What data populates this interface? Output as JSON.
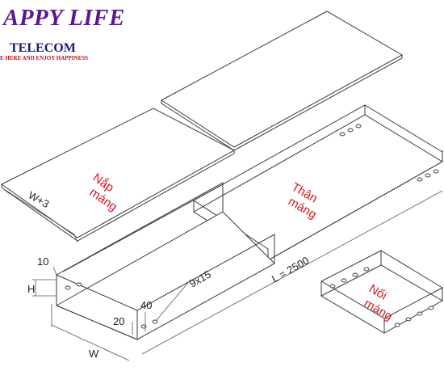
{
  "brand": {
    "title": "APPY LIFE",
    "subtitle": "TELECOM",
    "slogan": "E HERE AND ENJOY HAPPINESS"
  },
  "parts": {
    "cover": [
      "Nắp",
      "máng"
    ],
    "body": [
      "Thân",
      "máng"
    ],
    "joint": [
      "Nối",
      "máng"
    ]
  },
  "dimensions": {
    "cover_width": "W+3",
    "length": "L = 2500",
    "flange": "10",
    "height": "H",
    "hole_pitch_1": "20",
    "hole_pitch_2": "40",
    "slot": "9x15",
    "width": "W"
  },
  "colors": {
    "label": "#d4161c",
    "brand_title": "#5a1a8c",
    "brand_sub": "#1a1a7a",
    "brand_slogan": "#b0141a"
  }
}
